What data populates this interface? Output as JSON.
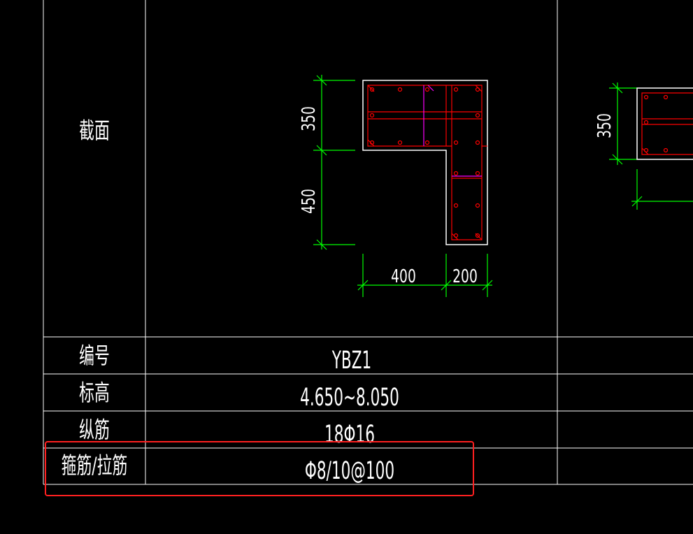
{
  "table": {
    "rows": [
      {
        "label": "截面",
        "value": ""
      },
      {
        "label": "编号",
        "value": "YBZ1"
      },
      {
        "label": "标高",
        "value": "4.650~8.050"
      },
      {
        "label": "纵筋",
        "value": "18Φ16"
      },
      {
        "label": "箍筋/拉筋",
        "value": "Φ8/10@100"
      }
    ]
  },
  "section_dims": {
    "left_upper": "350",
    "left_lower": "450",
    "bottom_left": "400",
    "bottom_right": "200",
    "next_section_left": "350"
  },
  "colors": {
    "background": "#000000",
    "grid_lines": "#ffffff",
    "dimension": "#00ff00",
    "rebar": "#ff0000",
    "tie": "#ff00ff",
    "highlight": "#ff2020"
  }
}
